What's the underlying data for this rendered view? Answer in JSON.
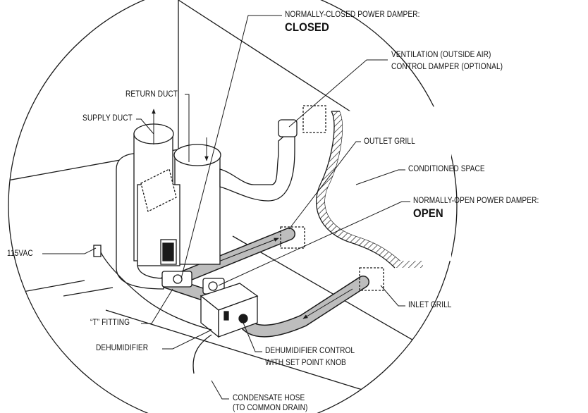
{
  "labels": {
    "nc_damper": "NORMALLY-CLOSED POWER DAMPER:",
    "nc_state": "CLOSED",
    "vent_line1": "VENTILATION (OUTSIDE AIR)",
    "vent_line2": "CONTROL DAMPER (OPTIONAL)",
    "return_duct": "RETURN DUCT",
    "supply_duct": "SUPPLY DUCT",
    "outlet_grill": "OUTLET GRILL",
    "conditioned_space": "CONDITIONED SPACE",
    "no_damper": "NORMALLY-OPEN POWER DAMPER:",
    "no_state": "OPEN",
    "power": "115VAC",
    "inlet_grill": "INLET GRILL",
    "t_fitting": "“T” FITTING",
    "dehumidifier": "DEHUMIDIFIER",
    "control_line1": "DEHUMIDIFIER CONTROL",
    "control_line2": "WITH SET POINT KNOB",
    "hose_line1": "CONDENSATE HOSE",
    "hose_line2": "(TO COMMON DRAIN)"
  },
  "colors": {
    "line": "#1a1a1a",
    "duct_fill": "#ffffff",
    "flex_duct": "#bdbdbd",
    "background": "#ffffff"
  }
}
